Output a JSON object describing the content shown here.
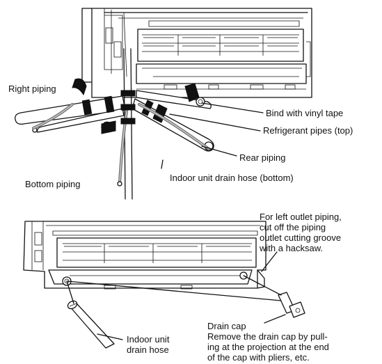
{
  "top_diagram": {
    "labels": {
      "right_piping": "Right piping",
      "bind_tape": "Bind with vinyl tape",
      "refrigerant_pipes": "Refrigerant pipes (top)",
      "rear_piping": "Rear piping",
      "drain_hose_bottom": "Indoor unit drain hose (bottom)",
      "bottom_piping": "Bottom piping"
    }
  },
  "bottom_diagram": {
    "labels": {
      "left_outlet_note": [
        "For left outlet piping,",
        "cut off the piping",
        "outlet cutting groove",
        "with a hacksaw."
      ],
      "drain_cap": "Drain cap",
      "drain_cap_note": [
        "Remove the drain cap by pull-",
        "ing at the projection at the end",
        "of the cap with pliers, etc."
      ],
      "indoor_drain_hose": [
        "Indoor unit",
        "drain hose"
      ]
    }
  },
  "colors": {
    "line": "#111111",
    "hose": "#777777",
    "background": "#ffffff"
  }
}
